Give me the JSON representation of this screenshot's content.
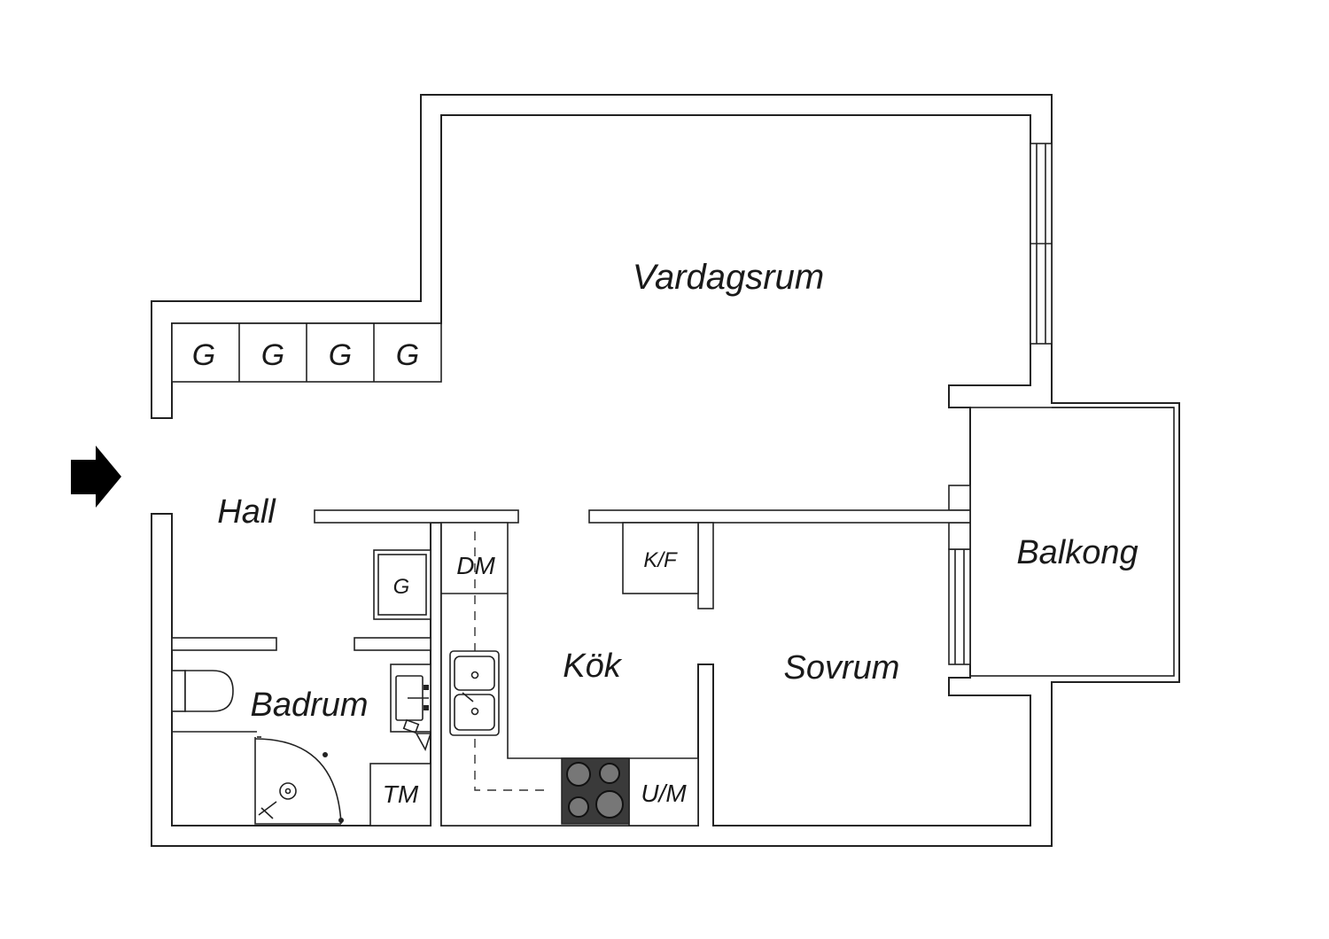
{
  "rooms": {
    "vardagsrum": "Vardagsrum",
    "hall": "Hall",
    "badrum": "Badrum",
    "kok": "Kök",
    "sovrum": "Sovrum",
    "balkong": "Balkong"
  },
  "fixtures": {
    "wardrobe": "G",
    "dishwasher": "DM",
    "fridge_freezer": "K/F",
    "washing_machine": "TM",
    "oven_microwave": "U/M"
  },
  "colors": {
    "wall_stroke": "#222222",
    "background": "#ffffff",
    "stove": "#3a3a3a",
    "entrance_arrow": "#000000"
  }
}
